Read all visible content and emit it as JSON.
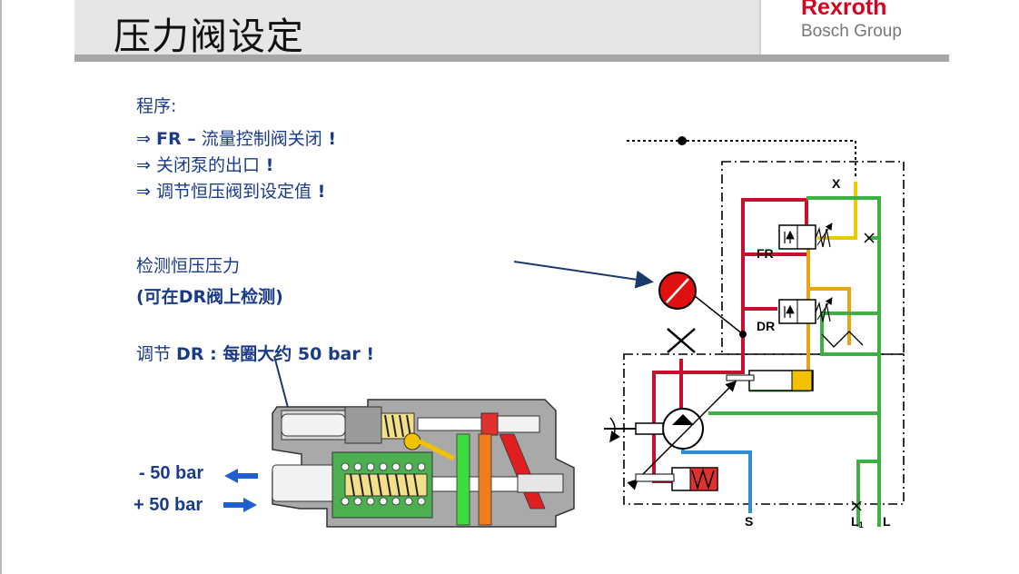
{
  "title": "压力阀设定",
  "logo": {
    "brand": "Rexroth",
    "sub": "Bosch Group"
  },
  "procedure": {
    "heading": "程序:",
    "step1": {
      "arrow": "⇒",
      "bold": "FR –",
      "text": " 流量控制阀关闭",
      "end": " !"
    },
    "step2": {
      "arrow": "⇒",
      "text": " 关闭泵的出口",
      "end": " !"
    },
    "step3": {
      "arrow": "⇒",
      "text": " 调节恒压阀到设定值",
      "end": " !"
    }
  },
  "check": {
    "line1": "检测恒压压力",
    "line2_open": "(可在",
    "line2_bold": "DR",
    "line2_close": "阀上检测)"
  },
  "adjust": {
    "pre": "调节 ",
    "bold1": "DR",
    "mid": " : 每圈大约 ",
    "bold2": "50 bar",
    "end": " !"
  },
  "bar_labels": {
    "minus": "- 50 bar",
    "plus": "+ 50 bar"
  },
  "schematic": {
    "labels": {
      "x": "X",
      "fr": "FR",
      "dr": "DR",
      "s": "S",
      "l1": "L",
      "l1_sub": "1",
      "l": "L"
    }
  },
  "colors": {
    "accent": "#1a3a8a",
    "pressure": "#c8102e",
    "pilot": "#e8a317",
    "tank": "#3cb043",
    "suction": "#2f8fd0",
    "brand": "#d8001f"
  }
}
